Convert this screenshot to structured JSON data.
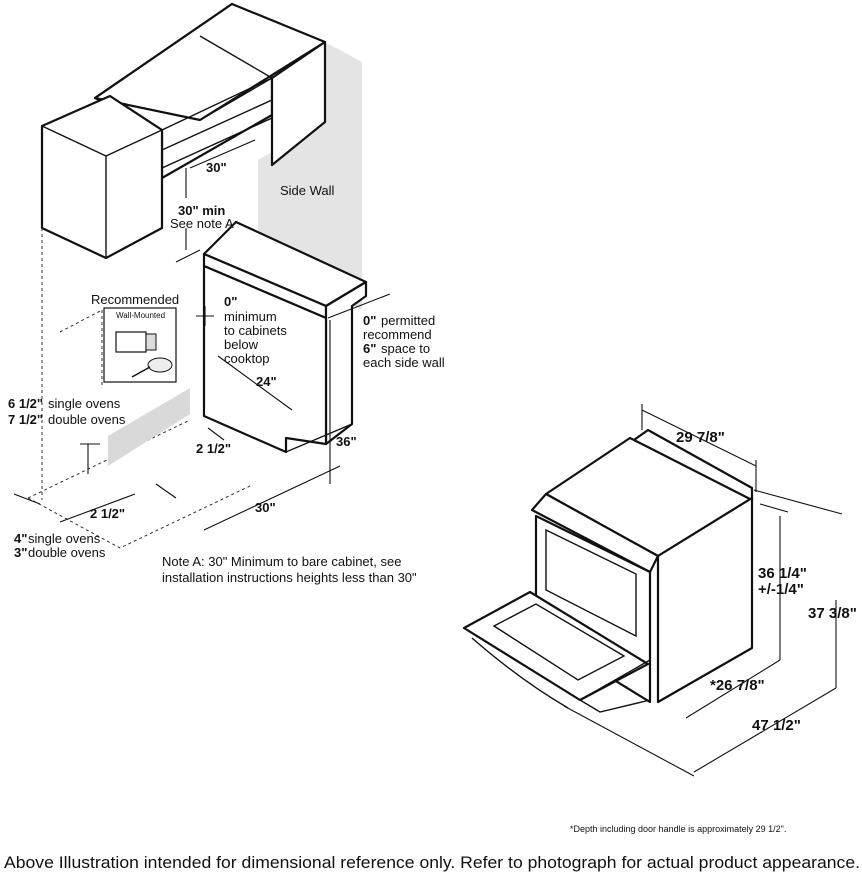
{
  "installation": {
    "width_cabinet_gap": "30\"",
    "clearance_min": "30\" min",
    "clearance_note": "See note A",
    "side_wall": "Side Wall",
    "recommended": "Recommended",
    "wall_mounted": "Wall-Mounted",
    "zero_min": "0\"",
    "minimum": "minimum",
    "to_cabinets": "to cabinets",
    "below": "below",
    "cooktop": "cooktop",
    "zero_permitted": "0\"",
    "permitted": "permitted",
    "recommend": "recommend",
    "six_in": "6\"",
    "space_to": "space to",
    "each_side_wall": "each side wall",
    "depth_24": "24\"",
    "offset_2_5_front": "2 1/2\"",
    "height_36": "36\"",
    "single_65": "6 1/2\"",
    "single_ovens_a": "single ovens",
    "double_75": "7 1/2\"",
    "double_ovens_a": "double ovens",
    "offset_2_5_floor": "2 1/2\"",
    "width_30_floor": "30\"",
    "single_4": "4\"",
    "single_ovens_b": "single ovens",
    "double_3": "3\"",
    "double_ovens_b": "double ovens",
    "note_a_line1": "Note A: 30\" Minimum to bare cabinet, see",
    "note_a_line2": "installation instructions heights less than 30\""
  },
  "range": {
    "width": "29 7/8\"",
    "height_main": "36 1/4\"",
    "height_tol": "+/-1/4\"",
    "height_total": "37 3/8\"",
    "depth": "*26 7/8\"",
    "depth_door_open": "47 1/2\""
  },
  "footnote": "*Depth including door handle is approximately 29 1/2\".",
  "disclaimer": "Above Illustration intended for dimensional reference only. Refer to photograph for actual product appearance."
}
